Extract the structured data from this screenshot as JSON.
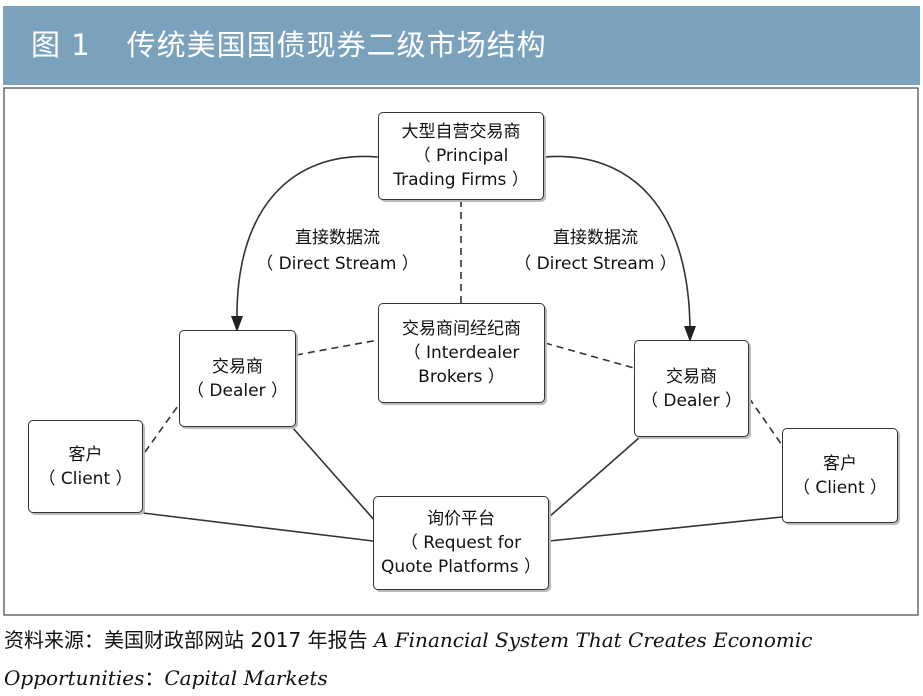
{
  "header": {
    "fig_num": "图 1",
    "title": "传统美国国债现券二级市场结构"
  },
  "nodes": {
    "ptf": {
      "zh": "大型自营交易商",
      "en1": "（ Principal",
      "en2": "Trading Firms ）"
    },
    "idb": {
      "zh": "交易商间经纪商",
      "en1": "（ Interdealer",
      "en2": "Brokers ）"
    },
    "dealer_left": {
      "zh": "交易商",
      "en1": "（ Dealer ）"
    },
    "dealer_right": {
      "zh": "交易商",
      "en1": "（ Dealer ）"
    },
    "client_left": {
      "zh": "客户",
      "en1": "（ Client ）"
    },
    "client_right": {
      "zh": "客户",
      "en1": "（ Client ）"
    },
    "rfq": {
      "zh": "询价平台",
      "en1": "（ Request for",
      "en2": "Quote Platforms ）"
    }
  },
  "edges": {
    "stream_left": {
      "zh": "直接数据流",
      "en": "（ Direct Stream ）"
    },
    "stream_right": {
      "zh": "直接数据流",
      "en": "（ Direct Stream ）"
    }
  },
  "source": {
    "prefix": "资料来源：美国财政部网站 2017 年报告",
    "title1": "A Financial System That Creates Economic",
    "title2a": "Opportunities",
    "sep": "：",
    "title2b": "Capital Markets"
  }
}
